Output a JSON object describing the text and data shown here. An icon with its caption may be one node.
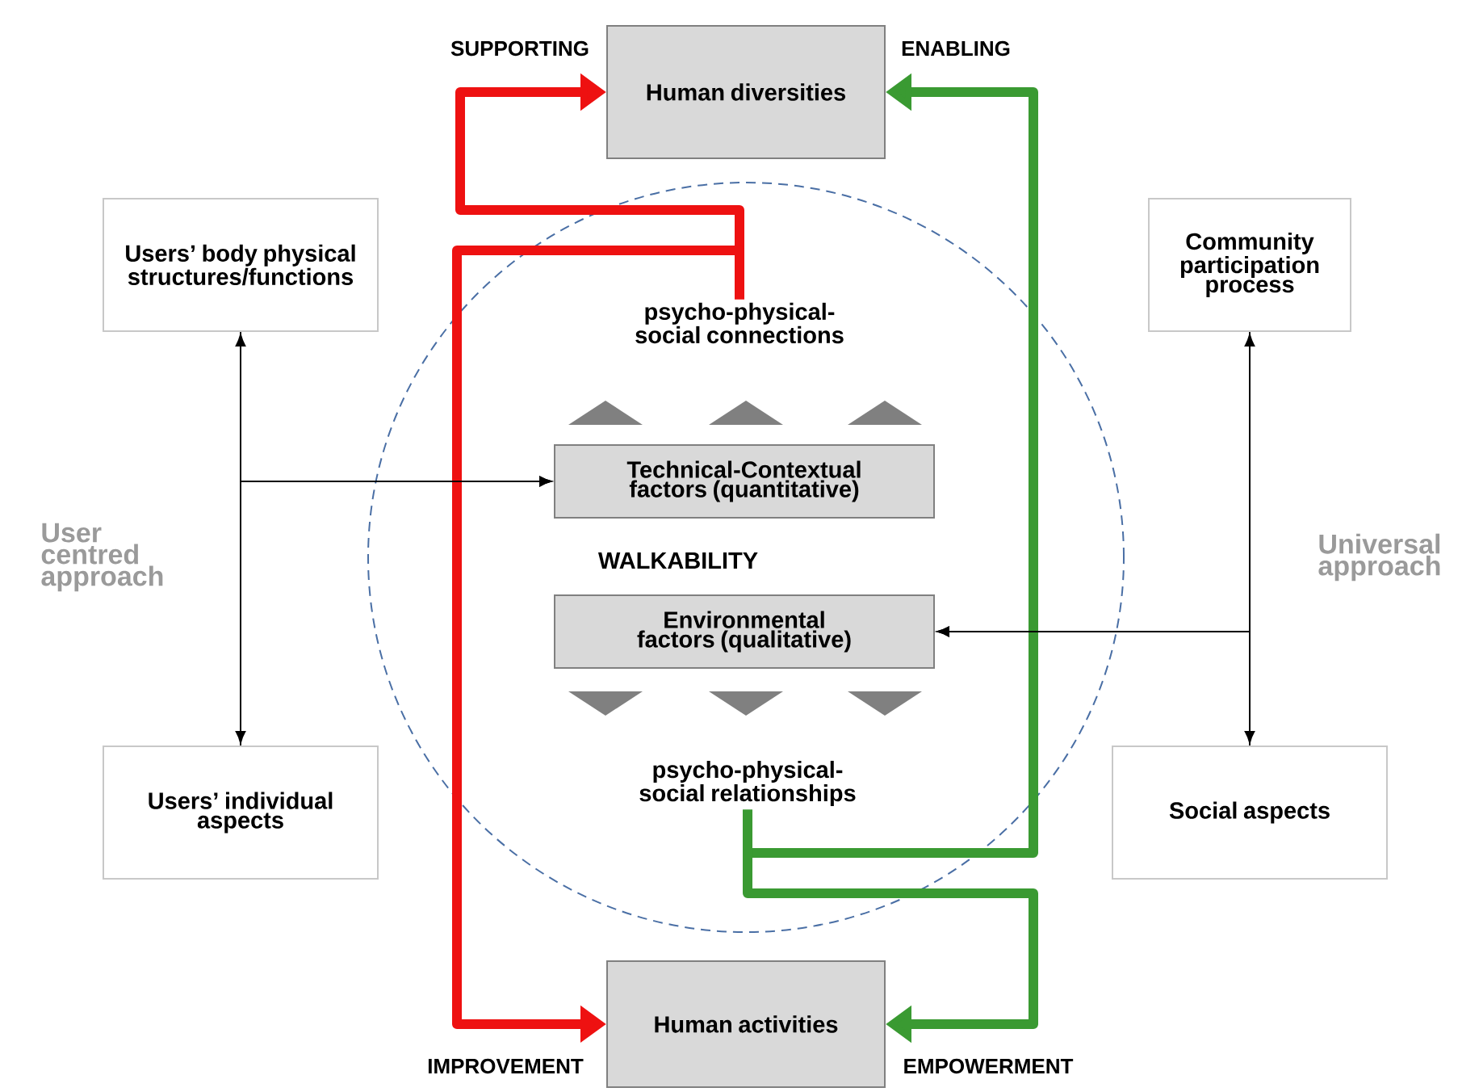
{
  "diagram": {
    "nodes": [
      {
        "text": [
          "Human diversities"
        ]
      },
      {
        "text": [
          "Users’ body physical structures/functions"
        ]
      },
      {
        "text": [
          "Community participation process"
        ]
      },
      {
        "text": [
          "WALKABILITY"
        ]
      },
      {
        "text": [
          "psycho-physical-social connections"
        ],
        "in": 3
      },
      {
        "text": [
          "Technical-Contextual factors (quantitative)"
        ],
        "in": 3
      },
      {
        "text": [
          "Environmental factors (qualitative)"
        ],
        "in": 3
      },
      {
        "text": [
          "psycho-physical-social relationships"
        ],
        "in": 3
      },
      {
        "text": [
          "Users’ individual aspects"
        ]
      },
      {
        "text": [
          "Social aspects"
        ]
      },
      {
        "text": [
          "Human activities"
        ]
      }
    ],
    "edges": [
      {
        "from": 4,
        "to": 0,
        "arrow": "to",
        "label": "SUPPORTING",
        "style": "thick",
        "color": "#ee1111"
      },
      {
        "from": 4,
        "to": 10,
        "arrow": "to",
        "label": "IMPROVEMENT",
        "style": "thick",
        "color": "#ee1111"
      },
      {
        "from": 7,
        "to": 0,
        "arrow": "to",
        "label": "ENABLING",
        "style": "thick",
        "color": "#3a9a32"
      },
      {
        "from": 7,
        "to": 10,
        "arrow": "to",
        "label": "EMPOWERMENT",
        "style": "thick",
        "color": "#3a9a32"
      },
      {
        "from": 1,
        "to": 8,
        "arrow": "both"
      },
      {
        "from": 1,
        "to": 5,
        "arrow": "to"
      },
      {
        "from": 8,
        "to": 5,
        "arrow": "to"
      },
      {
        "from": 2,
        "to": 9,
        "arrow": "both"
      },
      {
        "from": 2,
        "to": 6,
        "arrow": "to"
      },
      {
        "from": 9,
        "to": 6,
        "arrow": "to"
      }
    ],
    "labels": [
      "User centred approach",
      "Universal approach"
    ]
  }
}
